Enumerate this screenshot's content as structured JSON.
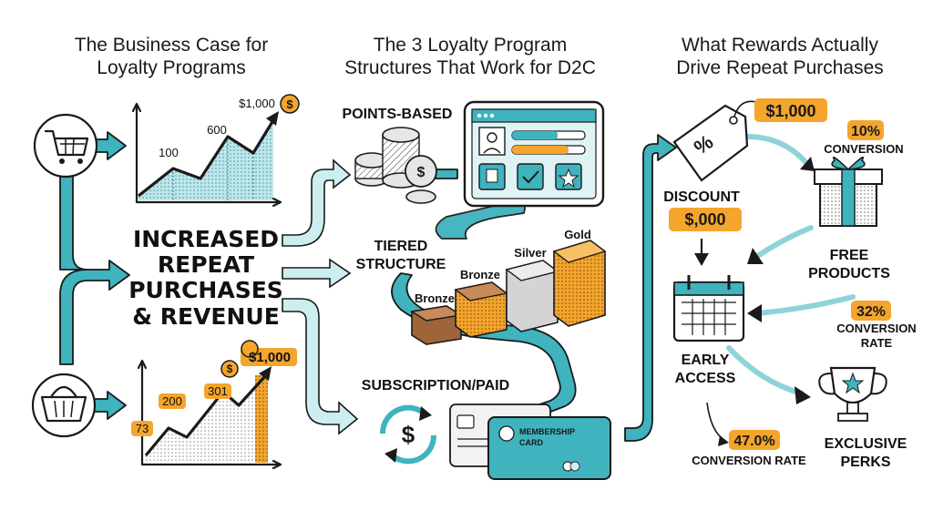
{
  "colors": {
    "teal": "#3fb3be",
    "orange": "#f4a52c",
    "ink": "#1a1a1a",
    "paper": "#ffffff"
  },
  "left": {
    "title_line1": "The Business Case for",
    "title_line2": "Loyalty Programs",
    "center_line1": "INCREASED",
    "center_line2": "REPEAT",
    "center_line3": "PURCHASES",
    "center_line4": "& REVENUE",
    "top_chart": {
      "label_a": "100",
      "label_b": "600",
      "label_top": "$1,000",
      "coin": "$"
    },
    "bottom_chart": {
      "label_a": "73",
      "label_b": "200",
      "label_c": "301",
      "label_top": "$1,000",
      "coin": "$"
    },
    "icons": [
      "shopping-cart-icon",
      "shopping-basket-icon"
    ]
  },
  "middle": {
    "title_line1": "The 3 Loyalty Program",
    "title_line2": "Structures That Work for D2C",
    "points_label": "POINTS-BASED",
    "tiered_line1": "TIERED",
    "tiered_line2": "STRUCTURE",
    "tiers": [
      "Bronze",
      "Bronze",
      "Silver",
      "Gold"
    ],
    "subscription_label": "SUBSCRIPTION/PAID",
    "card_line1": "MEMBERSHIP",
    "card_line2": "CARD",
    "coin_symbol": "$",
    "refresh_symbol": "$"
  },
  "right": {
    "title_line1": "What Rewards Actually",
    "title_line2": "Drive Repeat Purchases",
    "discount": {
      "tag_symbol": "%",
      "value_badge": "$1,000",
      "label": "DISCOUNT",
      "second_badge": "$,000"
    },
    "free_products": {
      "pct": "10%",
      "pct_label": "CONVERSION",
      "label_line1": "FREE",
      "label_line2": "PRODUCTS"
    },
    "early_access": {
      "pct": "32%",
      "pct_label_line1": "CONVERSION",
      "pct_label_line2": "RATE",
      "label_line1": "EARLY",
      "label_line2": "ACCESS"
    },
    "exclusive": {
      "pct": "47.0%",
      "pct_label": "CONVERSION RATE",
      "label_line1": "EXCLUSIVE",
      "label_line2": "PERKS"
    }
  }
}
